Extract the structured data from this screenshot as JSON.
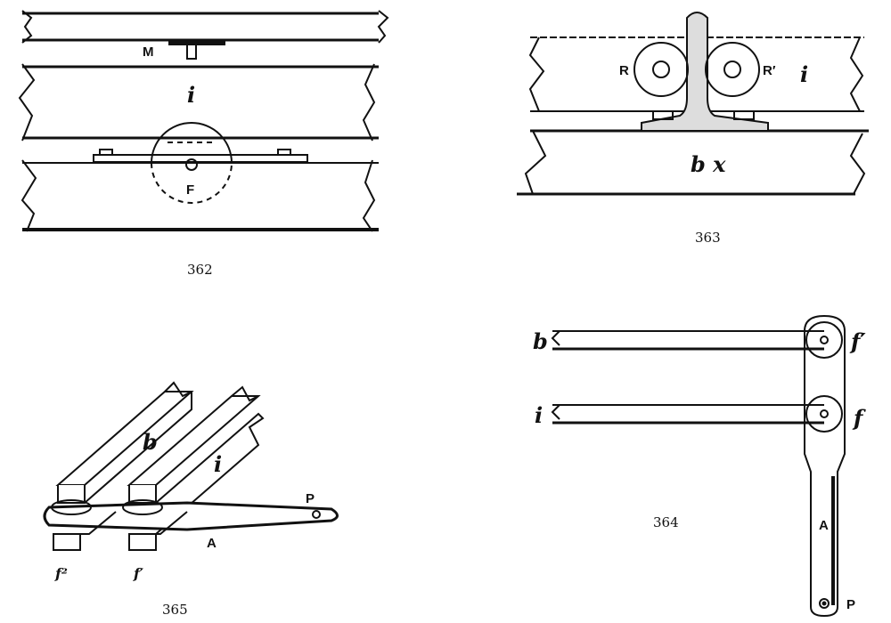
{
  "figures": [
    {
      "number": "362",
      "labels": {
        "m": "M",
        "i": "i",
        "f": "F"
      }
    },
    {
      "number": "363",
      "labels": {
        "r": "R",
        "r2": "R′",
        "i": "i",
        "bx": "b x"
      }
    },
    {
      "number": "364",
      "labels": {
        "b": "b",
        "i": "i",
        "f1": "f′",
        "f": "f",
        "a": "A",
        "p": "P"
      }
    },
    {
      "number": "365",
      "labels": {
        "b": "b",
        "i": "i",
        "p": "P",
        "a": "A",
        "f2": "f²",
        "f1": "f′"
      }
    }
  ]
}
